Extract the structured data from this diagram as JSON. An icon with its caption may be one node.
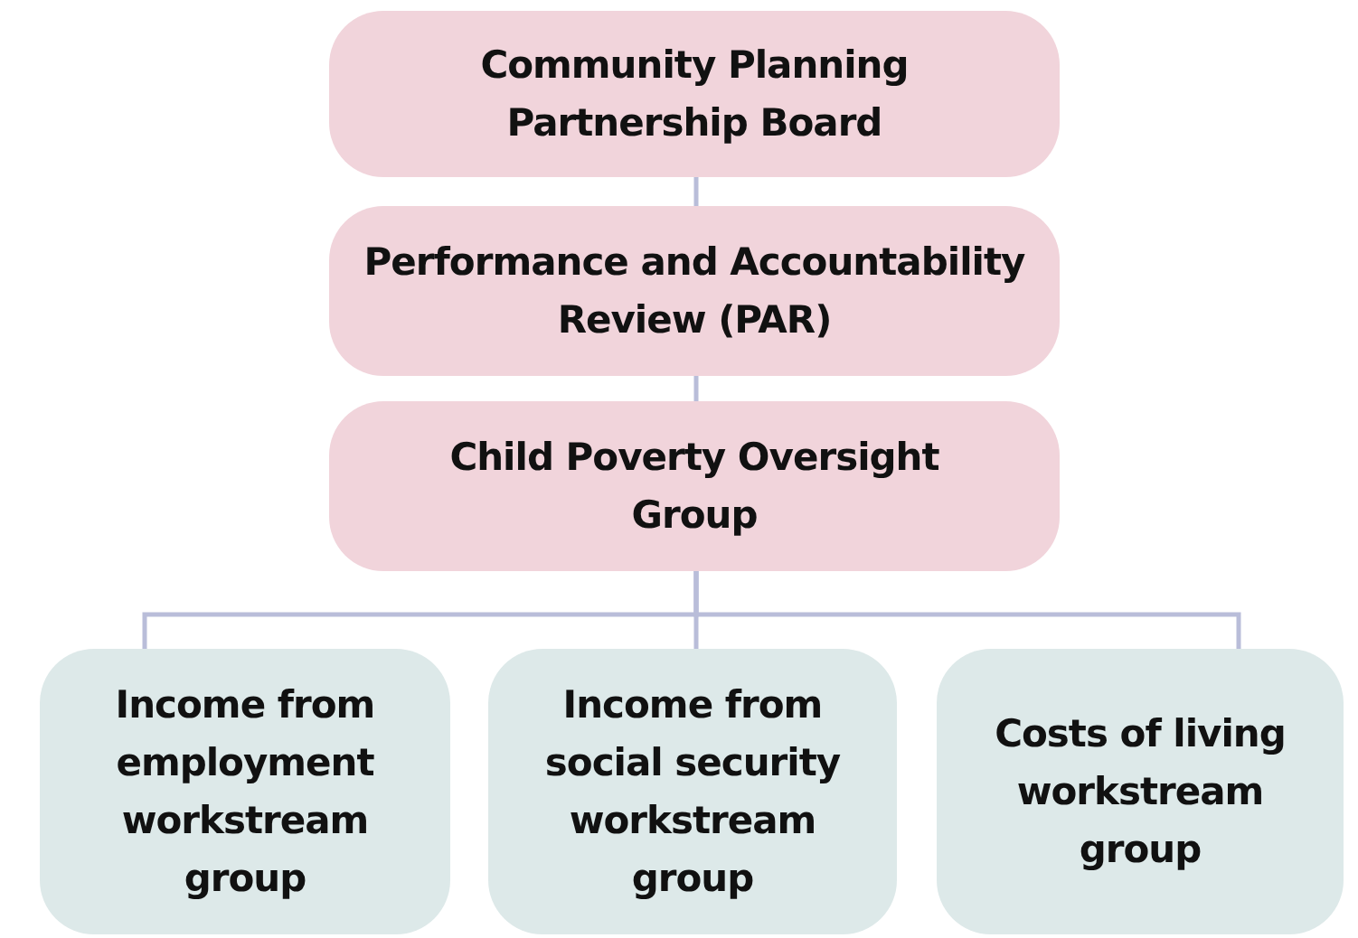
{
  "diagram": {
    "nodes": [
      {
        "text": [
          "Community Planning Partnership Board"
        ]
      },
      {
        "text": [
          "Performance and Accountability Review (PAR)"
        ]
      },
      {
        "text": [
          "Child Poverty Oversight Group"
        ]
      },
      {
        "text": [
          "Income from employment workstream group"
        ]
      },
      {
        "text": [
          "Income from social security workstream group"
        ]
      },
      {
        "text": [
          "Costs of living workstream group"
        ]
      }
    ],
    "edges": [
      {
        "from": 0,
        "to": 1,
        "arrow": "none"
      },
      {
        "from": 1,
        "to": 2,
        "arrow": "none"
      },
      {
        "from": 2,
        "to": 3,
        "arrow": "none"
      },
      {
        "from": 2,
        "to": 4,
        "arrow": "none"
      },
      {
        "from": 2,
        "to": 5,
        "arrow": "none"
      }
    ]
  }
}
